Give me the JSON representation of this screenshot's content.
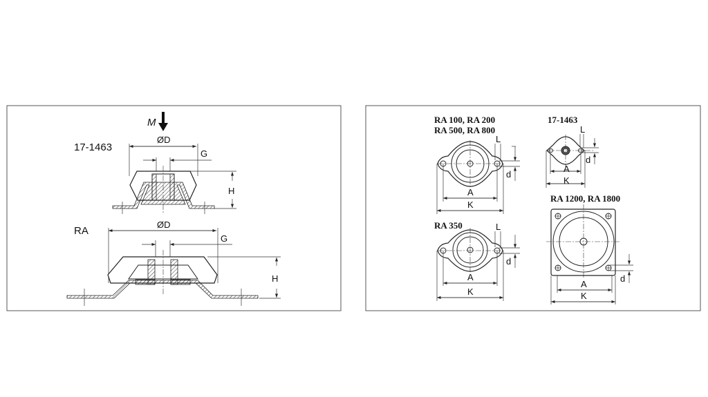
{
  "left_panel": {
    "load_label": "M",
    "mount_a": {
      "name": "17-1463",
      "diameter": "ØD",
      "thread": "G",
      "height": "H"
    },
    "mount_b": {
      "name": "RA",
      "diameter": "ØD",
      "thread": "G",
      "height": "H"
    }
  },
  "right_panel": {
    "view1": {
      "title_line1": "RA 100, RA 200",
      "title_line2": "RA 500, RA 800",
      "A": "A",
      "K": "K",
      "L": "L",
      "d": "d"
    },
    "view2": {
      "title": "17-1463",
      "A": "A",
      "K": "K",
      "L": "L",
      "d": "d"
    },
    "view3": {
      "title": "RA 350",
      "A": "A",
      "K": "K",
      "L": "L",
      "d": "d"
    },
    "view4": {
      "title": "RA 1200, RA 1800",
      "A": "A",
      "K": "K",
      "d": "d"
    }
  }
}
